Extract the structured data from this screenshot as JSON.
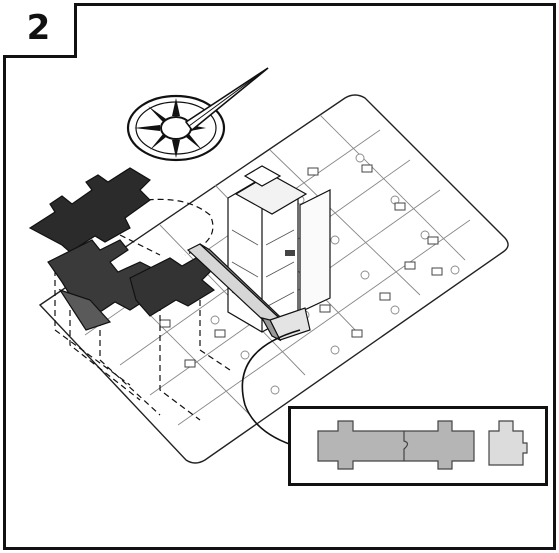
{
  "step": {
    "number": "2"
  },
  "icons": {
    "compass": "compass-rose-icon",
    "board": "puzzle-board",
    "tower": "puzzle-tower",
    "dark_pieces": "dark-puzzle-pieces",
    "wall": "puzzle-wall-piece",
    "detail": "piece-detail-inset"
  },
  "colors": {
    "frame": "#111111",
    "board_fill": "#ffffff",
    "dark_piece": "#2b2b2b",
    "mid_piece": "#5a5a5a",
    "light_piece": "#cfcfcf",
    "detail_fill": "#b5b5b5",
    "detail_light": "#dcdcdc"
  }
}
